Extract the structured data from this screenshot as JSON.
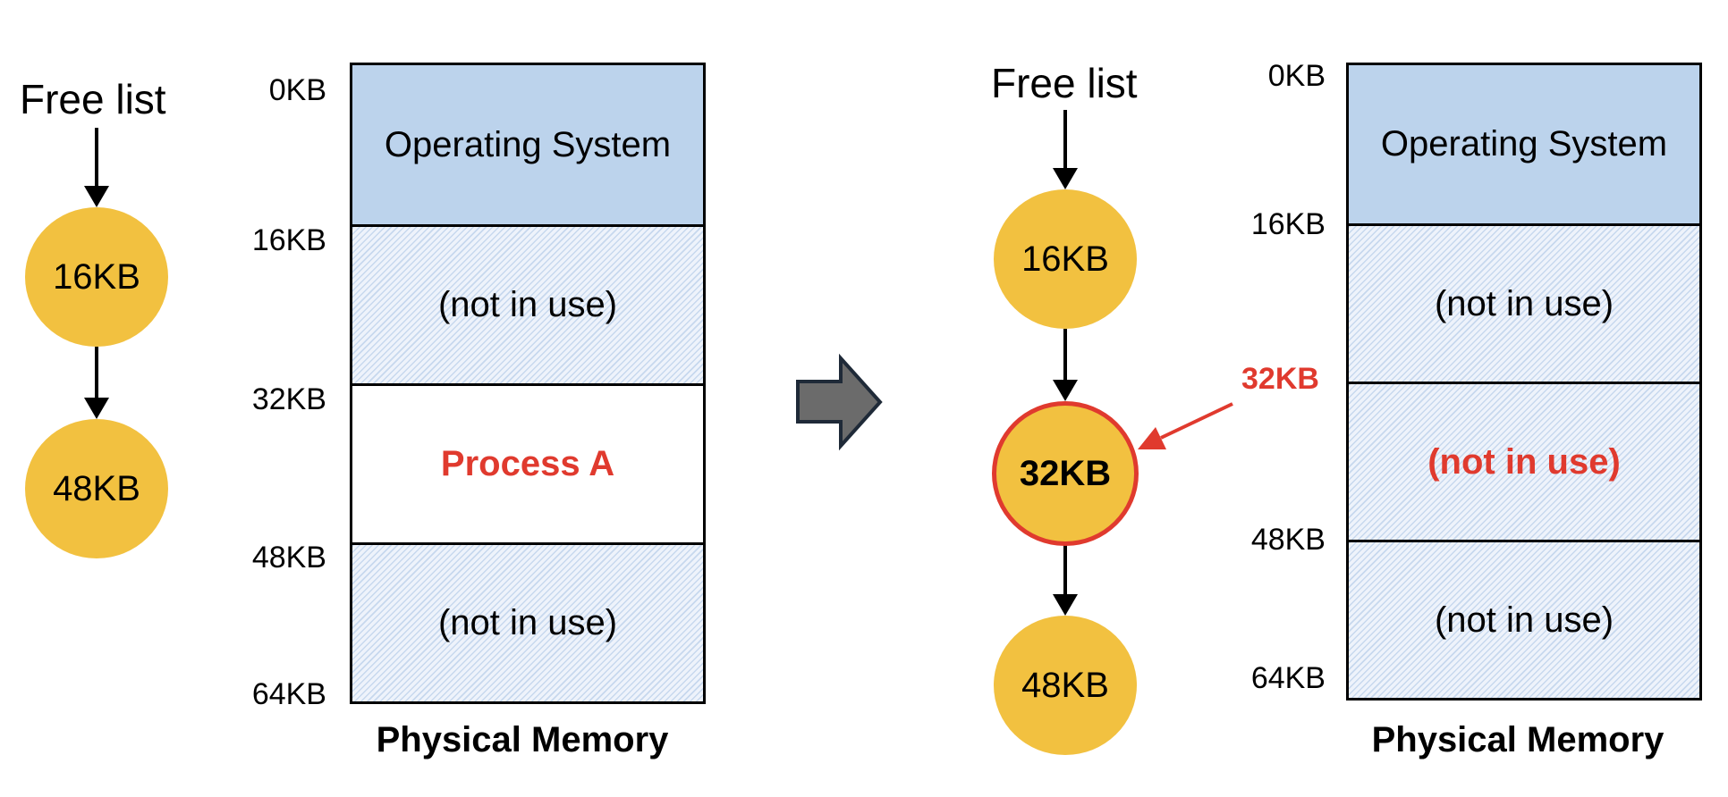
{
  "left": {
    "free_list_label": "Free list",
    "nodes": [
      "16KB",
      "48KB"
    ],
    "addresses": [
      "0KB",
      "16KB",
      "32KB",
      "48KB",
      "64KB"
    ],
    "segments": [
      {
        "label": "Operating System",
        "kind": "os"
      },
      {
        "label": "(not in use)",
        "kind": "free"
      },
      {
        "label": "Process A",
        "kind": "used",
        "highlight": true
      },
      {
        "label": "(not in use)",
        "kind": "free"
      }
    ],
    "caption": "Physical Memory"
  },
  "right": {
    "free_list_label": "Free list",
    "nodes": [
      "16KB",
      "32KB",
      "48KB"
    ],
    "highlighted_node": "32KB",
    "pointer_label": "32KB",
    "addresses": [
      "0KB",
      "16KB",
      "48KB",
      "64KB"
    ],
    "segments": [
      {
        "label": "Operating System",
        "kind": "os"
      },
      {
        "label": "(not in use)",
        "kind": "free"
      },
      {
        "label": "(not in use)",
        "kind": "free",
        "highlight": true
      },
      {
        "label": "(not in use)",
        "kind": "free"
      }
    ],
    "caption": "Physical Memory"
  },
  "colors": {
    "node_fill": "#f2c140",
    "os_fill": "#bcd3ec",
    "highlight": "#e03a2e",
    "transition_arrow": "#6b6b6b"
  }
}
